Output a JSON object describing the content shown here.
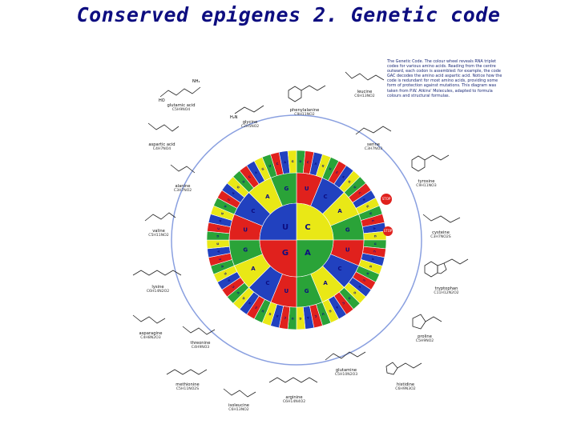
{
  "title": "Conserved epigenes 2. Genetic code",
  "caption": "The Genetic Code. The colour wheel reveals RNA triplet codes for various amino acids. Reading from the centre outward, each codon is assembled: for example, the code GAC decodes the amino acid aspartic acid. Notice how the code is redundant for most amino acids, providing some form of protection against mutations. This diagram was taken from P.W. Atkins' Molecules, adapted to formula colours and structural formulas.",
  "wheel": {
    "inner": [
      "U",
      "C",
      "A",
      "G"
    ],
    "amino_labels": [
      "Phe",
      "Leu",
      "Ser",
      "Tyr",
      "Cys",
      "Trp",
      "Leu",
      "Pro",
      "His",
      "Gln",
      "Arg",
      "Ile",
      "Met",
      "Thr",
      "Asn",
      "Lys",
      "Ser",
      "Arg",
      "Val",
      "Ala",
      "Asp",
      "Glu",
      "Gly"
    ]
  },
  "amino_acids": [
    {
      "name": "glutamic acid",
      "formula": "C5H9NO4"
    },
    {
      "name": "glycine",
      "formula": "C2H5NO2"
    },
    {
      "name": "phenylalanine",
      "formula": "C9H11NO2"
    },
    {
      "name": "leucine",
      "formula": "C6H13NO2"
    },
    {
      "name": "serine",
      "formula": "C3H7NO3"
    },
    {
      "name": "tyrosine",
      "formula": "C9H11NO3"
    },
    {
      "name": "aspartic acid",
      "formula": "C4H7NO4"
    },
    {
      "name": "alanine",
      "formula": "C3H7NO2"
    },
    {
      "name": "valine",
      "formula": "C5H11NO2"
    },
    {
      "name": "cysteine",
      "formula": "C3H7NO2S"
    },
    {
      "name": "lysine",
      "formula": "C6H14N2O2"
    },
    {
      "name": "tryptophan",
      "formula": "C11H12N2O2"
    },
    {
      "name": "asparagine",
      "formula": "C4H8N2O3"
    },
    {
      "name": "threonine",
      "formula": "C4H9NO3"
    },
    {
      "name": "proline",
      "formula": "C5H9NO2"
    },
    {
      "name": "glutamine",
      "formula": "C5H10N2O3"
    },
    {
      "name": "methionine",
      "formula": "C5H11NO2S"
    },
    {
      "name": "isoleucine",
      "formula": "C6H13NO2"
    },
    {
      "name": "arginine",
      "formula": "C6H14N4O2"
    },
    {
      "name": "histidine",
      "formula": "C6H9N3O2"
    }
  ],
  "stop_label": "STOP",
  "colors": {
    "title": "#0d0d80",
    "red": "#e0211d",
    "green": "#2aa338",
    "blue": "#2141bf",
    "yellow": "#e9e816",
    "ring": "#2f4fc0"
  }
}
